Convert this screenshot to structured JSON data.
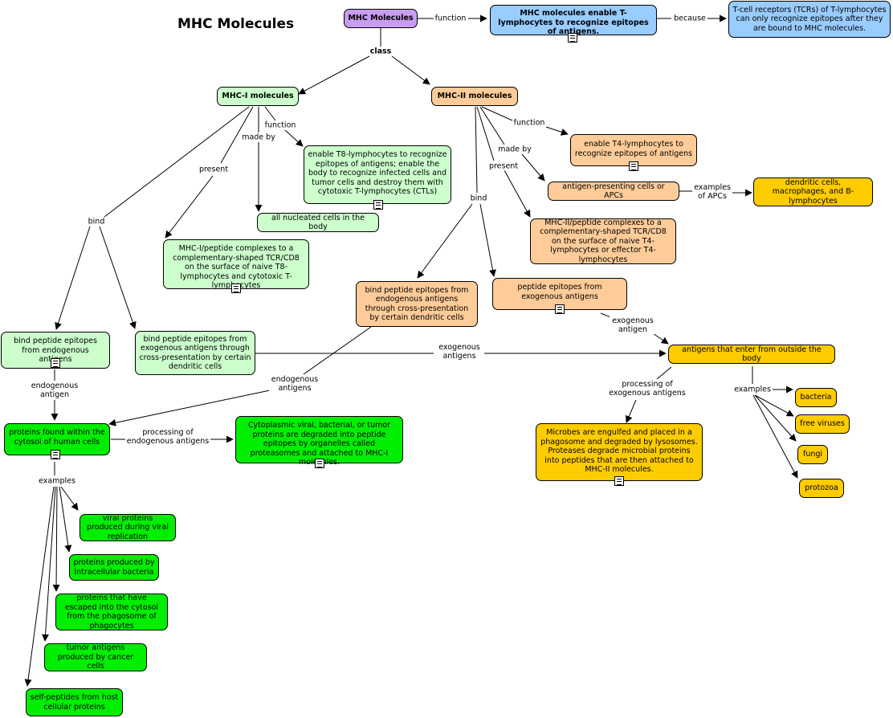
{
  "title": "MHC Molecules",
  "nodes": {
    "mhc_molecules": "MHC Molecules",
    "mhc_function": "MHC molecules enable T-lymphocytes to recognize epitopes of antigens.",
    "tcr": "T-cell receptors (TCRs) of T-lymphocytes can only recognize epitopes after they are bound to MHC molecules.",
    "mhc1": "MHC-I molecules",
    "mhc2": "MHC-II molecules",
    "t8_function": "enable T8-lymphocytes to recognize epitopes of antigens; enable the body to recognize infected cells and tumor cells and destroy them with cytotoxic T-lymphocytes (CTLs)",
    "nucleated": "all nucleated cells in the body",
    "mhc1_complex": "MHC-I/peptide complexes to a complementary-shaped TCR/CD8 on the surface of naive T8-lymphocytes and cytotoxic T-lymphocytes",
    "t4_function": "enable T4-lymphocytes to recognize epitopes of antigens",
    "apcs": "antigen-presenting cells or APCs",
    "dendritic": "dendritic cells, macrophages, and B-lymphocytes",
    "mhc2_complex": "MHC-II/peptide complexes to a complementary-shaped TCR/CD8 on the surface of naive T4-lymphocytes or effector T4-lymphocytes",
    "bind_endo_cross": "bind peptide epitopes from endogenous antigens through cross-presentation by certain dendritic cells",
    "peptide_exo": "peptide epitopes from exogenous antigens",
    "bind_endo": "bind peptide epitopes from endogenous antigens",
    "bind_exo_cross": "bind peptide epitopes from exogenous antigens through cross-presentation by certain dendritic cells",
    "antigens_outside": "antigens that enter from outside the body",
    "proteins_cytosol": "proteins found within the cytosol of human cells",
    "cytoplasmic": "Cytoplasmic viral, bacterial, or tumor proteins are degraded into peptide epitopes by organelles called proteasomes and attached to MHC-I molecules.",
    "microbes": "Microbes are engulfed and placed in a phagosome and degraded by lysosomes. Proteases degrade microbial proteins into peptides that are then attached to MHC-II molecules.",
    "bacteria": "bacteria",
    "free_viruses": "free viruses",
    "fungi": "fungi",
    "protozoa": "protozoa",
    "viral_proteins": "viral proteins produced during viral replication",
    "intracellular": "proteins produced by intracellular bacteria",
    "escaped": "proteins that have escaped into the cytosol from the phagosome of phagocytes",
    "tumor": "tumor antigens produced by cancer cells",
    "self_peptides": "self-peptides from host cellular proteins"
  },
  "links": {
    "function1": "function",
    "because": "because",
    "class": "class",
    "mhc1_function": "function",
    "mhc1_made_by": "made by",
    "mhc1_present": "present",
    "mhc1_bind": "bind",
    "mhc2_function": "function",
    "mhc2_made_by": "made by",
    "mhc2_present": "present",
    "mhc2_bind": "bind",
    "examples_apcs": "examples of APCs",
    "endogenous_antigen": "endogenous antigen",
    "processing_endo": "processing of endogenous antigens",
    "endogenous_antigens": "endogenous antigens",
    "exogenous_antigens": "exogenous antigens",
    "exogenous_antigen": "exogenous antigen",
    "processing_exo": "processing of exogenous antigens",
    "examples_exo": "examples",
    "examples_endo": "examples"
  }
}
